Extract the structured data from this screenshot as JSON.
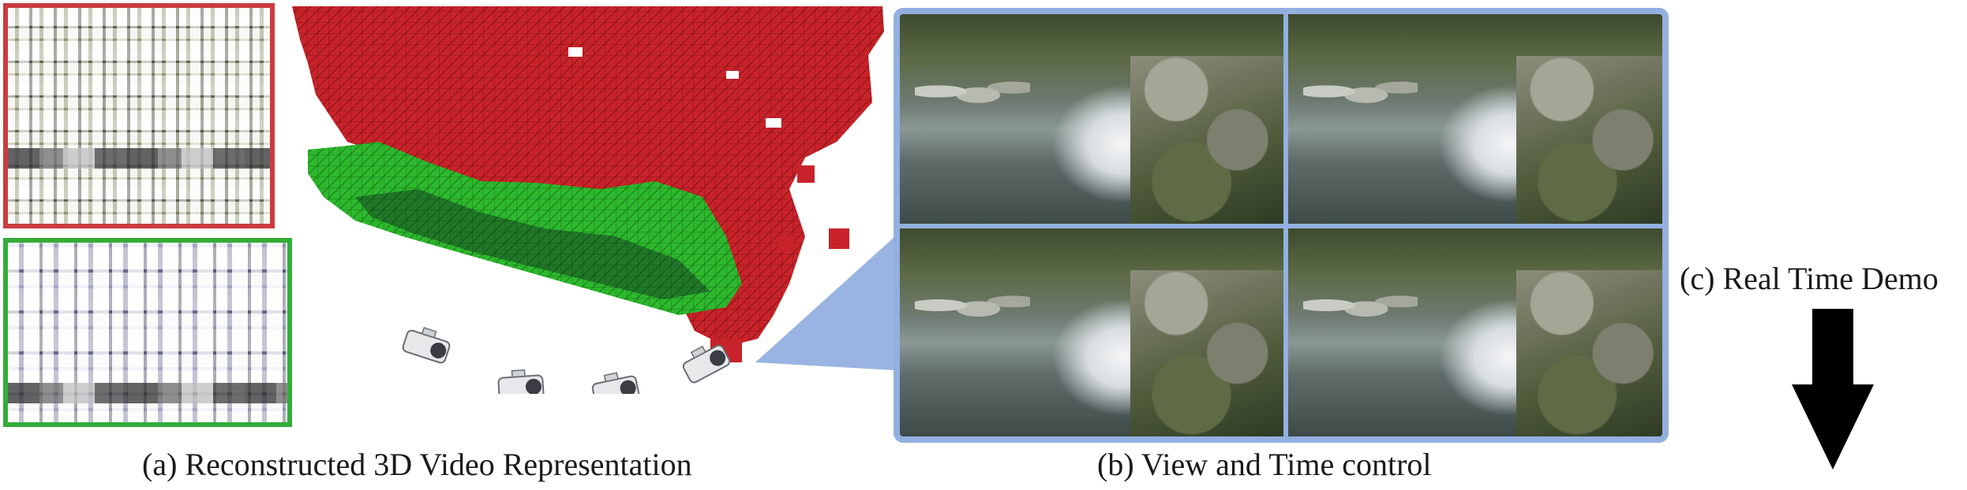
{
  "captions": {
    "a": "(a) Reconstructed 3D Video Representation",
    "b": "(b) View and Time control",
    "c": "(c) Real Time Demo"
  },
  "colors": {
    "red_atlas_border": "#cc3b3f",
    "green_atlas_border": "#33ad38",
    "voxel_red": "#c8232a",
    "voxel_green": "#2db82d",
    "voxel_dark_green": "#1f6b28",
    "panel_border": "#93b0e0",
    "arrow": "#000000"
  },
  "panel_grid": {
    "rows": 2,
    "cols": 2
  },
  "camera_count": 4
}
